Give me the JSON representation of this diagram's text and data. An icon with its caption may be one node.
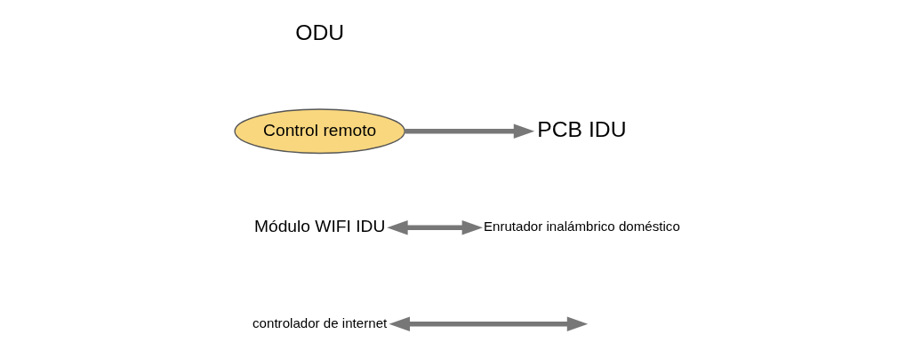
{
  "diagram": {
    "nodes": [
      {
        "text": [
          "controlador de internet"
        ]
      },
      {
        "text": [
          "Enrutador inalámbrico doméstico"
        ]
      },
      {
        "text": [
          "Módulo WIFI IDU"
        ]
      },
      {
        "text": [
          "PCB IDU"
        ]
      },
      {
        "text": [
          "Control remoto"
        ]
      }
    ],
    "edges": [
      {
        "from": 2,
        "to": 1,
        "arrow": "both"
      },
      {
        "from": 0,
        "to": null,
        "arrow": "both"
      },
      {
        "from": 4,
        "to": 3,
        "arrow": "to"
      }
    ],
    "labels": [
      "ODU"
    ]
  }
}
